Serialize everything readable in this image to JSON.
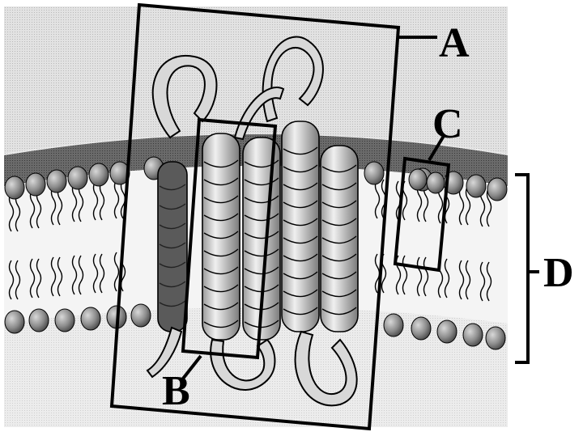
{
  "labels": {
    "a": "A",
    "b": "B",
    "c": "C",
    "d": "D"
  },
  "colors": {
    "background": "#e4e4e4",
    "outer_leaflet_band": "#6e6e6e",
    "lipid_head": "#8a8a8a",
    "lipid_tail": "#ffffff",
    "helix_ribbon": "#d6d6d6",
    "outline": "#000000"
  }
}
